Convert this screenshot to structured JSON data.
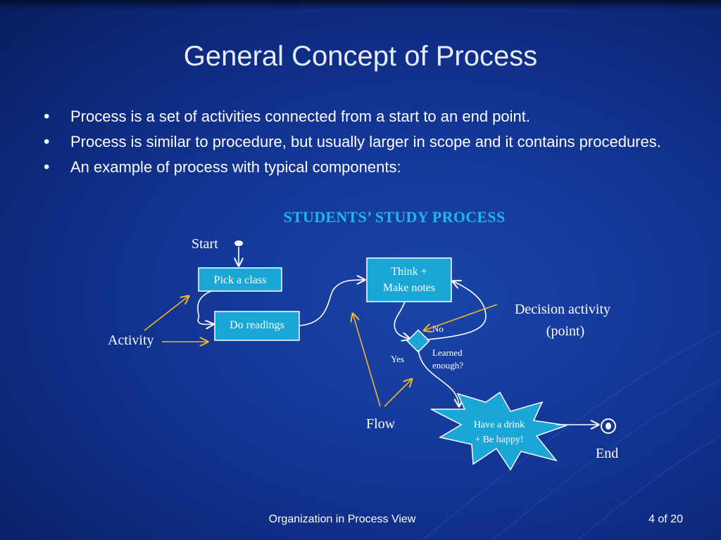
{
  "slide": {
    "title": "General Concept of Process",
    "bullets": [
      "Process is a set of activities connected from a start to an end point.",
      "Process is similar to procedure, but usually larger in scope and it contains procedures.",
      "An example of process with typical components:"
    ]
  },
  "diagram": {
    "title": "STUDENTS’ STUDY PROCESS",
    "start_label": "Start",
    "end_label": "End",
    "activities": {
      "pick_class": "Pick a class",
      "do_readings": "Do readings",
      "think_line1": "Think +",
      "think_line2": "Make notes",
      "final_line1": "Have a drink",
      "final_line2": "+ Be happy!"
    },
    "decision": {
      "no": "No",
      "yes": "Yes",
      "question_line1": "Learned",
      "question_line2": "enough?"
    },
    "annotations": {
      "activity": "Activity",
      "flow": "Flow",
      "decision_line1": "Decision activity",
      "decision_line2": "(point)"
    }
  },
  "footer": {
    "center": "Organization in Process View",
    "page": "4 of 20"
  },
  "colors": {
    "box_fill": "#1aa7d8",
    "box_stroke": "#ffffff",
    "annotation_arrow": "#f0b428",
    "diagram_title": "#1fb7e8"
  }
}
